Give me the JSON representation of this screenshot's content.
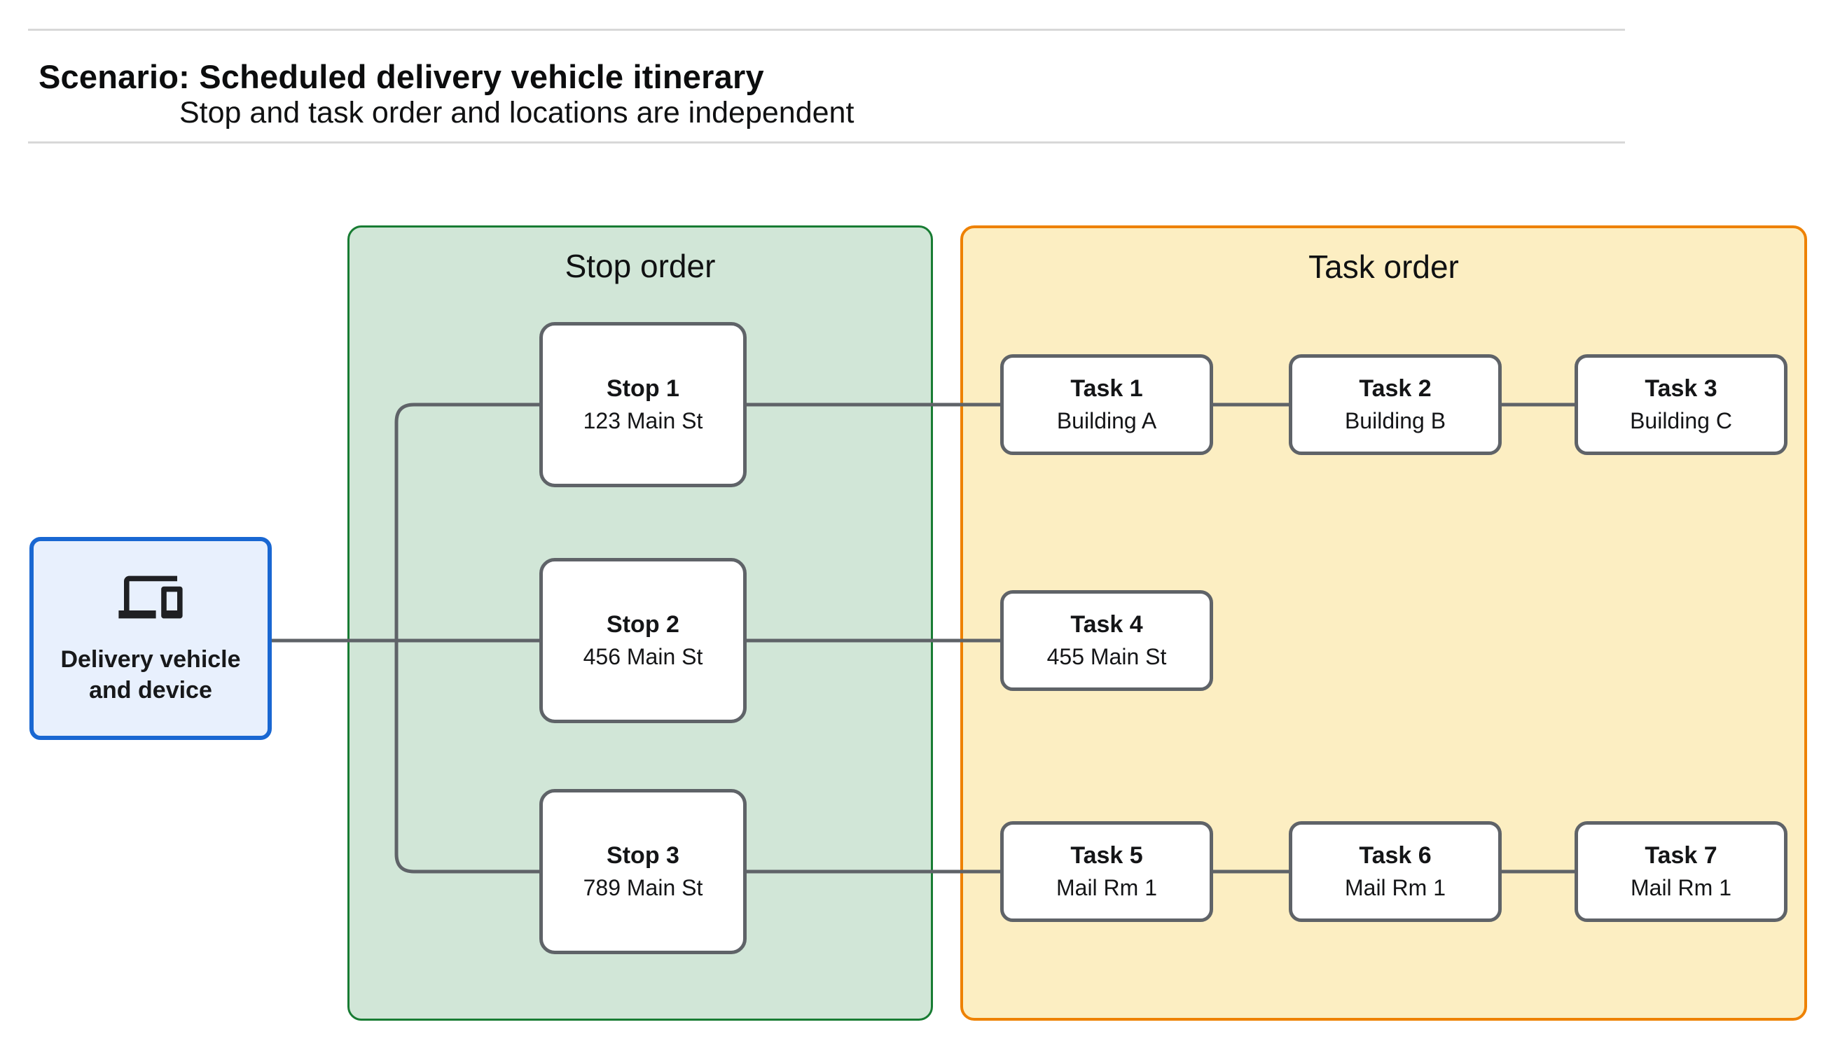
{
  "header": {
    "title": "Scenario: Scheduled delivery vehicle itinerary",
    "subtitle": "Stop and task order and locations are independent"
  },
  "vehicle": {
    "label": "Delivery vehicle and device",
    "icon": "devices-icon"
  },
  "panels": {
    "stop": {
      "title": "Stop order",
      "stops": [
        {
          "name": "Stop 1",
          "location": "123 Main St"
        },
        {
          "name": "Stop 2",
          "location": "456 Main St"
        },
        {
          "name": "Stop 3",
          "location": "789 Main St"
        }
      ]
    },
    "task": {
      "title": "Task order",
      "tasks": [
        {
          "name": "Task 1",
          "location": "Building A"
        },
        {
          "name": "Task 2",
          "location": "Building B"
        },
        {
          "name": "Task 3",
          "location": "Building C"
        },
        {
          "name": "Task 4",
          "location": "455 Main St"
        },
        {
          "name": "Task 5",
          "location": "Mail Rm 1"
        },
        {
          "name": "Task 6",
          "location": "Mail Rm 1"
        },
        {
          "name": "Task 7",
          "location": "Mail Rm 1"
        }
      ]
    }
  },
  "colors": {
    "stop_panel_fill": "#d1e6d7",
    "stop_panel_border": "#187c33",
    "task_panel_fill": "#fceec2",
    "task_panel_border": "#ee8100",
    "vehicle_fill": "#e8f0fd",
    "vehicle_border": "#1967d2",
    "connector": "#5f6368",
    "node_border": "#5f6368",
    "rule": "#d8d8d8"
  }
}
